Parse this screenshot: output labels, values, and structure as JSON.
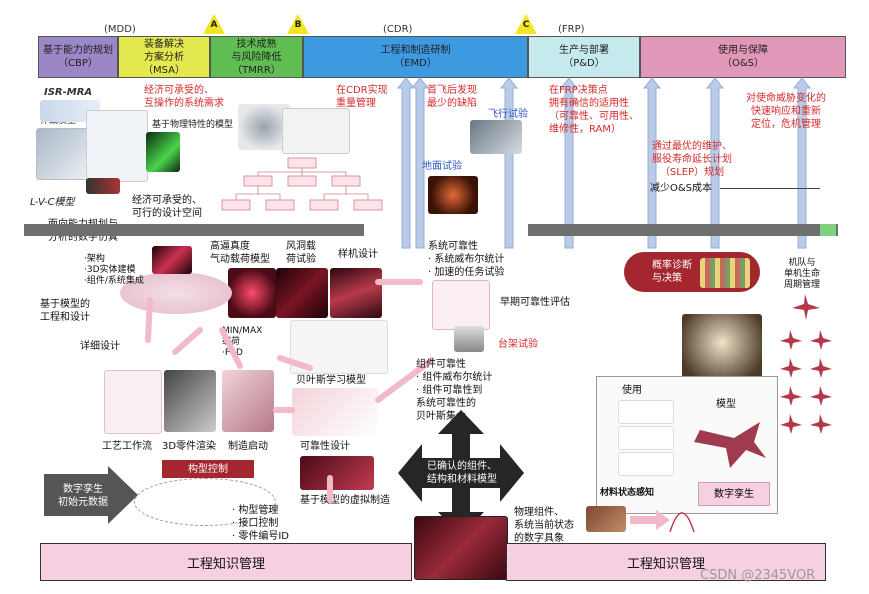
{
  "milestones": {
    "mdd": "(MDD)",
    "cdr": "(CDR)",
    "frp": "(FRP)",
    "a": "A",
    "b": "B",
    "c": "C"
  },
  "phases": [
    {
      "line1": "基于能力的规划",
      "line2": "（CBP）",
      "color": "#9b86c6"
    },
    {
      "line1": "装备解决",
      "line2": "方案分析",
      "line3": "（MSA）",
      "color": "#e3e84f"
    },
    {
      "line1": "技术成熟",
      "line2": "与风险降低",
      "line3": "（TMRR）",
      "color": "#5fbd52"
    },
    {
      "line1": "工程和制造研制",
      "line2": "（EMD）",
      "color": "#3d9ae0"
    },
    {
      "line1": "生产与部署",
      "line2": "（P&D）",
      "color": "#c6e9ee"
    },
    {
      "line1": "使用与保障",
      "line2": "（O&S）",
      "color": "#e197b8"
    }
  ],
  "top_notes": {
    "msa_need_1": "经济可承受的、",
    "msa_need_2": "互操作的系统需求",
    "cdr_1": "在CDR实现",
    "cdr_2": "重量管理",
    "first_flight_1": "首飞后发现",
    "first_flight_2": "最少的缺陷",
    "frp_1": "在FRP决策点",
    "frp_2": "拥有确信的适用性",
    "frp_3": "（可靠性、可用性、",
    "frp_4": "维修性，RAM）",
    "threat_1": "对使命威胁变化的",
    "threat_2": "快速响应和重新",
    "threat_3": "定位，危机管理",
    "sustain_1": "通过最优的维护、",
    "sustain_2": "服役寿命延长计划",
    "sustain_3": "（SLEP）规划",
    "sustain_4": "减少O&S成本"
  },
  "left_col": {
    "isr_mra": "ISR-MRA",
    "combat_model": "作战模型",
    "physics_model": "基于物理特性的模型",
    "lvc_model": "L-V-C模型",
    "capability_sim_1": "面向能力规划与",
    "capability_sim_2": "分析的数字仿真",
    "affordable_space_1": "经济可承受的、",
    "affordable_space_2": "可行的设计空间"
  },
  "middle_labels": {
    "hifi_aero_1": "高逼真度",
    "hifi_aero_2": "气动载荷模型",
    "wind_tunnel_1": "风洞载",
    "wind_tunnel_2": "荷试验",
    "prototype": "样机设计",
    "arch_1": "·架构",
    "arch_2": "·3D实体建模",
    "arch_3": "·组件/系统集成",
    "mbe_1": "基于模型的",
    "mbe_2": "工程和设计",
    "detail_design": "详细设计",
    "minmax_1": "MIN/MAX",
    "minmax_2": "载荷",
    "minmax_3": "·PSD",
    "bayes": "贝叶斯学习模型",
    "process_flow": "工艺工作流",
    "part_render": "3D零件渲染",
    "mfg_launch": "制造启动",
    "reliability_design": "可靠性设计",
    "virtual_mfg": "基于模型的虚拟制造"
  },
  "reliability": {
    "sys_1": "系统可靠性",
    "sys_2": "· 系统威布尔统计",
    "sys_3": "· 加速的任务试验",
    "early_eval": "早期可靠性评估",
    "bench_test": "台架试验",
    "comp_1": "组件可靠性",
    "comp_2": "· 组件威布尔统计",
    "comp_3": "· 组件可靠性到",
    "comp_4": "系统可靠性的",
    "comp_5": "贝叶斯集合",
    "ground_test": "地面试验",
    "flight_test": "飞行试验"
  },
  "center": {
    "confirmed_1": "已确认的组件、",
    "confirmed_2": "结构和材料模型",
    "physical_1": "物理组件、",
    "physical_2": "系统当前状态",
    "physical_3": "的数字具象"
  },
  "right_side": {
    "prob_1": "概率诊断",
    "prob_2": "与决策",
    "single_1": "机队与",
    "single_2": "单机生命",
    "single_3": "周期管理",
    "usage": "使用",
    "model": "模型",
    "material_sense": "材料状态感知",
    "digital_twin": "数字孪生"
  },
  "bottom": {
    "dt_init_1": "数字孪生",
    "dt_init_2": "初始元数据",
    "config_control": "构型控制",
    "cfg_1": "· 构型管理",
    "cfg_2": "· 接口控制",
    "cfg_3": "· 零件编号ID",
    "ekm_left": "工程知识管理",
    "ekm_right": "工程知识管理",
    "watermark": "CSDN @2345VOR"
  }
}
